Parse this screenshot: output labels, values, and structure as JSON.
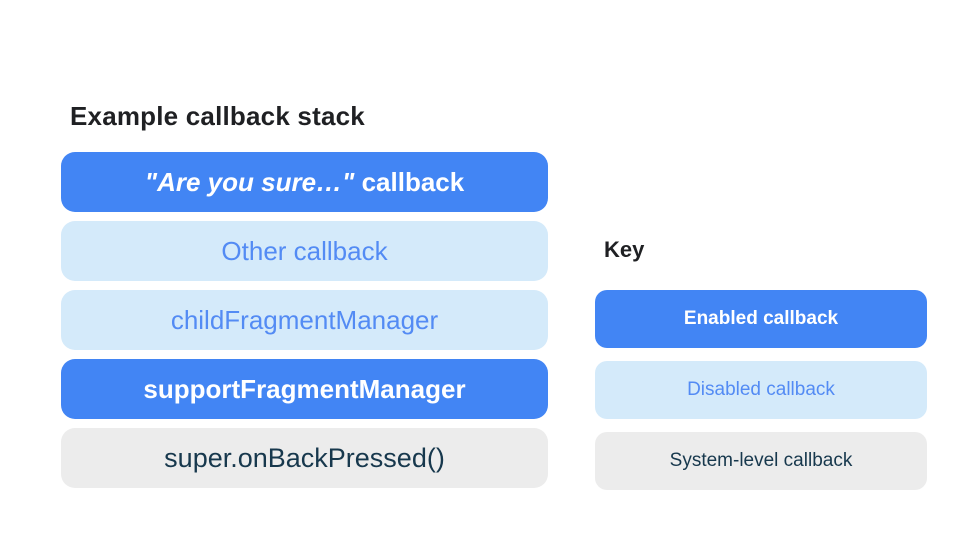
{
  "colors": {
    "page_bg": "#FFFFFF",
    "title_text": "#1F2023",
    "enabled_bg": "#4285F4",
    "enabled_text": "#FFFFFF",
    "disabled_bg": "#D4EAFA",
    "disabled_text": "#538BF4",
    "system_bg": "#ECECEC",
    "system_text": "#17384D"
  },
  "stack": {
    "title": "Example callback stack",
    "items": [
      {
        "label_italic": "\"Are you sure…\"",
        "label_rest": " callback",
        "type": "enabled"
      },
      {
        "label": "Other callback",
        "type": "disabled"
      },
      {
        "label": "childFragmentManager",
        "type": "disabled"
      },
      {
        "label": "supportFragmentManager",
        "type": "enabled"
      },
      {
        "label": "super.onBackPressed()",
        "type": "system"
      }
    ]
  },
  "key": {
    "title": "Key",
    "items": [
      {
        "label": "Enabled callback",
        "type": "enabled"
      },
      {
        "label": "Disabled callback",
        "type": "disabled"
      },
      {
        "label": "System-level callback",
        "type": "system"
      }
    ]
  }
}
